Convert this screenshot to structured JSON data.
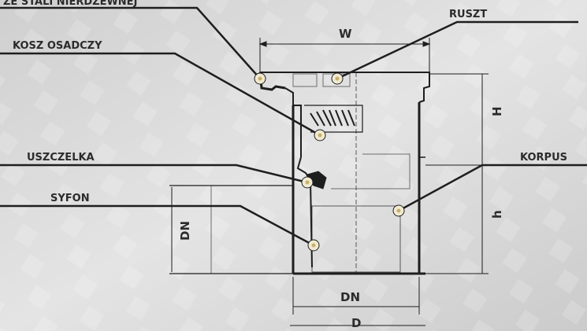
{
  "callouts": {
    "frame": "ZE STALI NIERDZEWNEJ",
    "basket": "KOSZ OSADCZY",
    "grate": "RUSZT",
    "seal": "USZCZELKA",
    "siphon": "SYFON",
    "body": "KORPUS"
  },
  "dimensions": {
    "width_top": "W",
    "height_upper": "H",
    "height_lower": "h",
    "dn_side": "DN",
    "dn_bottom": "DN",
    "diameter": "D"
  },
  "colors": {
    "background": "#d9d9d9",
    "line": "#1e1e1e",
    "marker_fill": "#f1ead2",
    "marker_dot": "#c9b06a"
  }
}
